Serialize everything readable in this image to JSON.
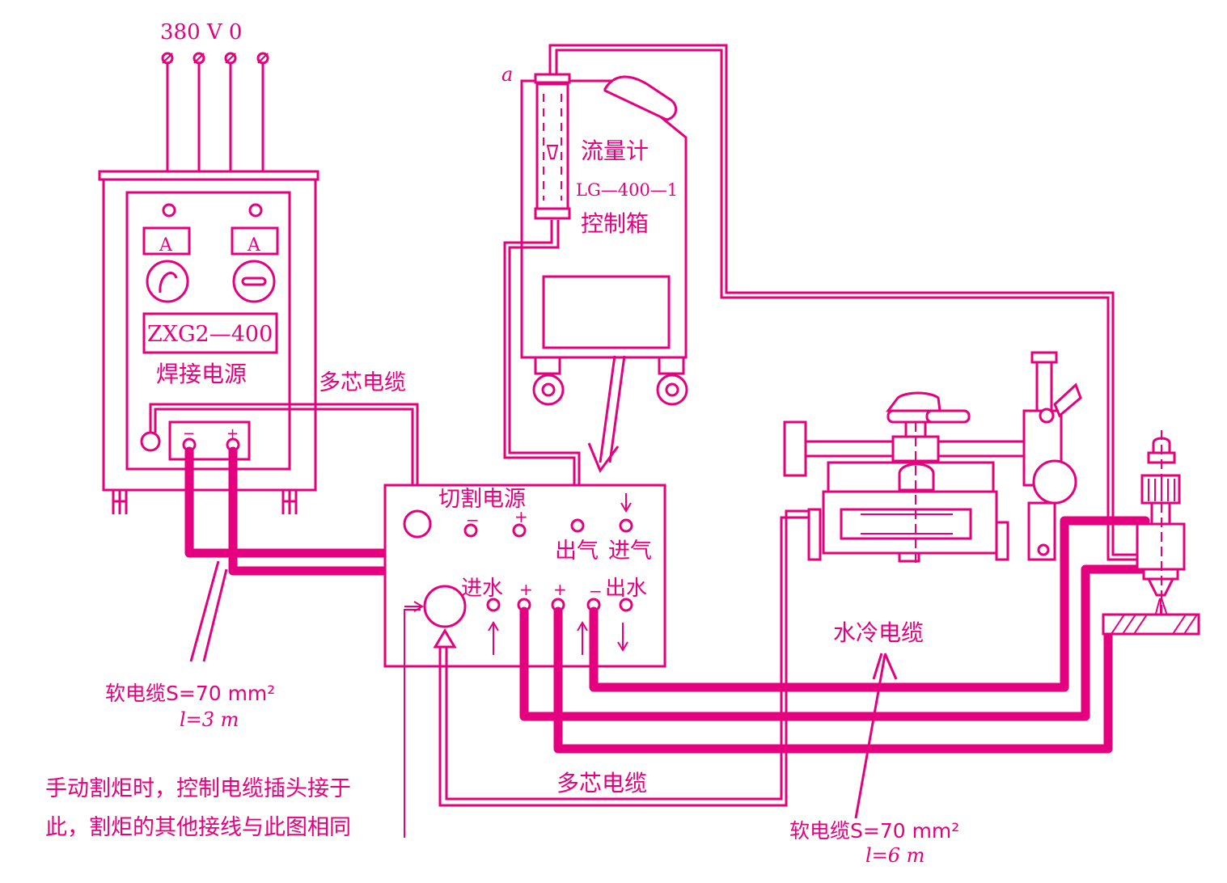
{
  "labels": {
    "supply": "380 V 0",
    "point_a": "a",
    "flowmeter": "流量计",
    "flowmeter_model": "LG—400—1",
    "control_box": "控制箱",
    "source_model": "ZXG2—400",
    "welding_source": "焊接电源",
    "multicore_top": "多芯电缆",
    "cutting_source": "切割电源",
    "minus": "−",
    "plus": "+",
    "gas_out": "出气",
    "gas_in": "进气",
    "water_in": "进水",
    "water_out": "出水",
    "water_cooled_cable": "水冷电缆",
    "soft_cable_3m_line1": "软电缆S=70 mm²",
    "soft_cable_3m_line2": "l=3 m",
    "note_line1": "手动割炬时，控制电缆插头接于",
    "note_line2": "此，割炬的其他接线与此图相同",
    "multicore_bottom": "多芯电缆",
    "soft_cable_6m_line1": "软电缆S=70 mm²",
    "soft_cable_6m_line2": "l=6 m"
  },
  "colors": {
    "line": "#e4007f",
    "background": "#ffffff"
  }
}
